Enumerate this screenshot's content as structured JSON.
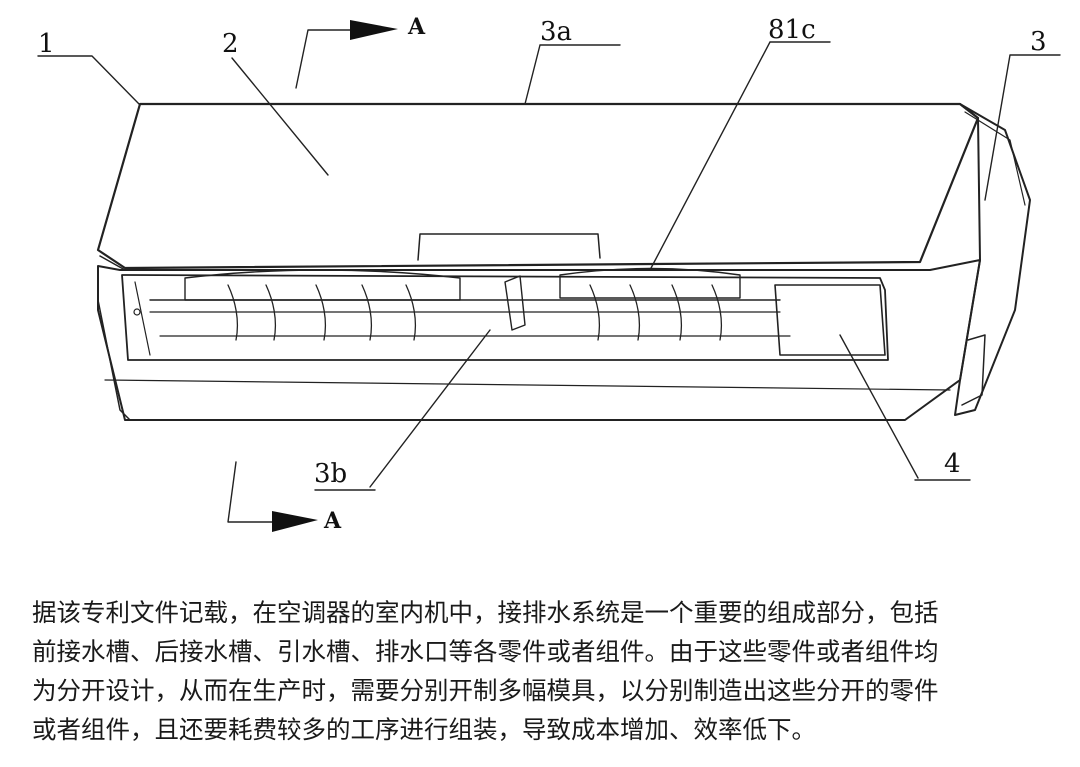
{
  "figure": {
    "labels": {
      "part_1": "1",
      "part_2": "2",
      "part_3": "3",
      "part_3a": "3a",
      "part_3b": "3b",
      "part_4": "4",
      "part_81c": "81c",
      "section_top": "A",
      "section_bottom": "A"
    }
  },
  "caption": {
    "lines": [
      "据该专利文件记载，在空调器的室内机中，接排水系统是一个重要的组成部分，包括",
      "前接水槽、后接水槽、引水槽、排水口等各零件或者组件。由于这些零件或者组件均",
      "为分开设计，从而在生产时，需要分别开制多幅模具，以分别制造出这些分开的零件",
      "或者组件，且还要耗费较多的工序进行组装，导致成本增加、效率低下。"
    ]
  }
}
